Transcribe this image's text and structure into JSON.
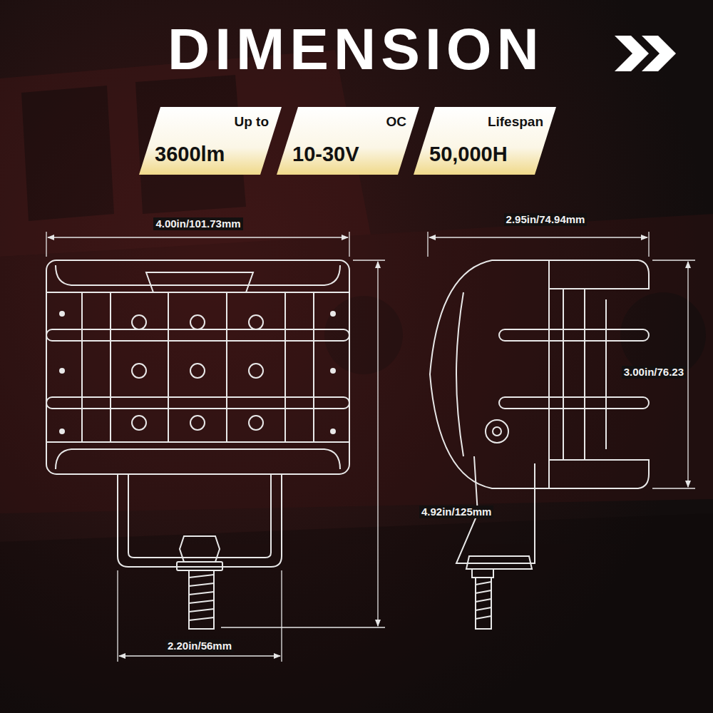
{
  "diagram": {
    "title": "DIMENSION",
    "nodes": [
      {
        "text": [
          "Up to",
          "3600lm"
        ]
      },
      {
        "text": [
          "OC",
          "10-30V"
        ]
      },
      {
        "text": [
          "Lifespan",
          "50,000H"
        ]
      }
    ],
    "labels": [
      "4.00in/101.73mm",
      "2.95in/74.94mm",
      "3.00in/76.23",
      "4.92in/125mm",
      "2.20in/56mm"
    ]
  }
}
